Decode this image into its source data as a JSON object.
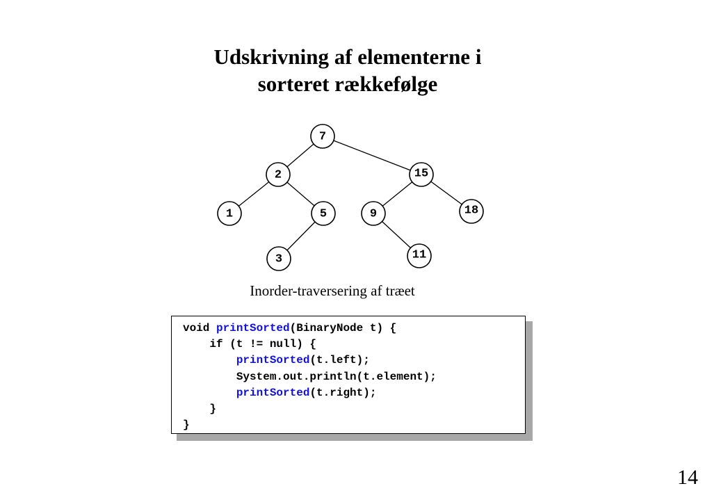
{
  "title": {
    "line1": "Udskrivning af elementerne i",
    "line2": "sorteret rækkefølge"
  },
  "tree": {
    "nodes": [
      {
        "id": "n7",
        "label": "7"
      },
      {
        "id": "n2",
        "label": "2"
      },
      {
        "id": "n15",
        "label": "15"
      },
      {
        "id": "n1",
        "label": "1"
      },
      {
        "id": "n5",
        "label": "5"
      },
      {
        "id": "n9",
        "label": "9"
      },
      {
        "id": "n18",
        "label": "18"
      },
      {
        "id": "n3",
        "label": "3"
      },
      {
        "id": "n11",
        "label": "11"
      }
    ],
    "edges": [
      [
        "n7",
        "n2"
      ],
      [
        "n7",
        "n15"
      ],
      [
        "n2",
        "n1"
      ],
      [
        "n2",
        "n5"
      ],
      [
        "n15",
        "n9"
      ],
      [
        "n15",
        "n18"
      ],
      [
        "n5",
        "n3"
      ],
      [
        "n9",
        "n11"
      ]
    ]
  },
  "caption": "Inorder-traversering af træet",
  "code": {
    "line1_a": "void ",
    "line1_fn": "printSorted",
    "line1_b": "(BinaryNode t) {",
    "line2": "    if (t != null) {",
    "line3_indent": "        ",
    "line3_fn": "printSorted",
    "line3_b": "(t.left);",
    "line4": "        System.out.println(t.element);",
    "line5_indent": "        ",
    "line5_fn": "printSorted",
    "line5_b": "(t.right);",
    "line6": "    }",
    "line7": "}"
  },
  "page_number": "14"
}
